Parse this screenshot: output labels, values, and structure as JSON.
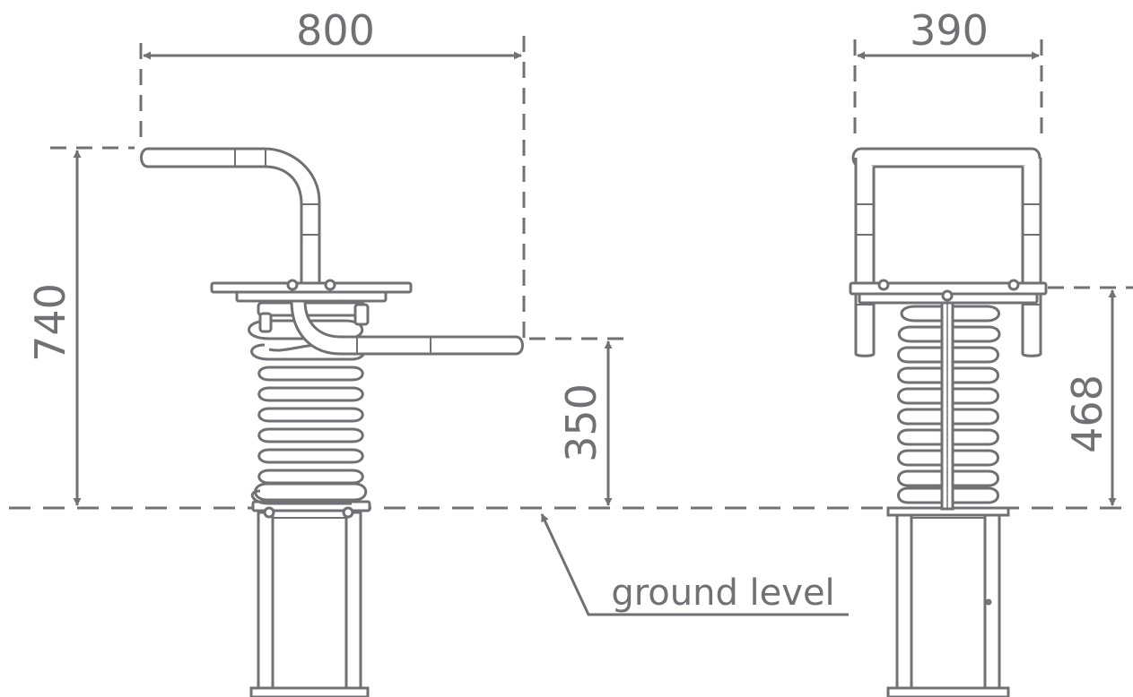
{
  "colors": {
    "ink": "#707075",
    "fill": "#ffffff"
  },
  "dimensions": {
    "side_width": "800",
    "side_height": "740",
    "handle_height": "350",
    "front_width": "390",
    "seat_height": "468"
  },
  "labels": {
    "ground": "ground level"
  }
}
